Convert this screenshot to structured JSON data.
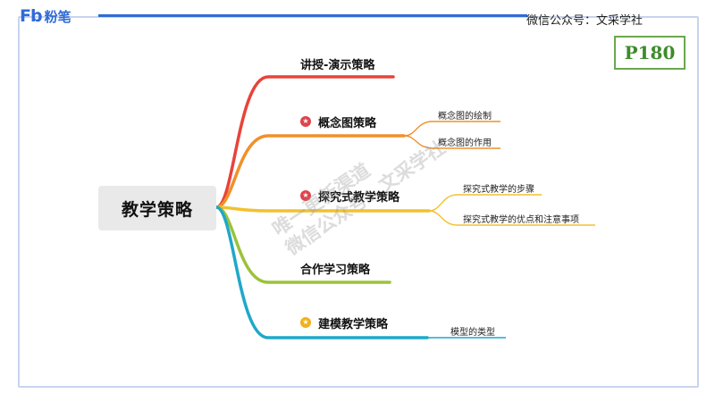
{
  "header": {
    "logo_latin": "Fb",
    "logo_cn": "粉笔",
    "wechat": "微信公众号：文采学社",
    "page": "P180"
  },
  "mindmap": {
    "central": "教学策略",
    "branches": [
      {
        "label": "讲授-演示策略",
        "star": null,
        "color": "#e8433a",
        "children": []
      },
      {
        "label": "概念图策略",
        "star": "red",
        "color": "#f0902a",
        "children": [
          "概念图的绘制",
          "概念图的作用"
        ]
      },
      {
        "label": "探究式教学策略",
        "star": "red",
        "color": "#f2c12e",
        "children": [
          "探究式教学的步骤",
          "探究式教学的优点和注意事项"
        ]
      },
      {
        "label": "合作学习策略",
        "star": null,
        "color": "#9cc23a",
        "children": []
      },
      {
        "label": "建模教学策略",
        "star": "gold",
        "color": "#1fa8c8",
        "children": [
          "模型的类型"
        ]
      }
    ]
  },
  "watermark": {
    "line1": "唯一更新渠道",
    "line2": "微信公众号：文采学社"
  },
  "colors": {
    "brand_blue": "#2f6bd8",
    "frame": "#c9d3ee",
    "badge_green": "#6aa84f"
  }
}
